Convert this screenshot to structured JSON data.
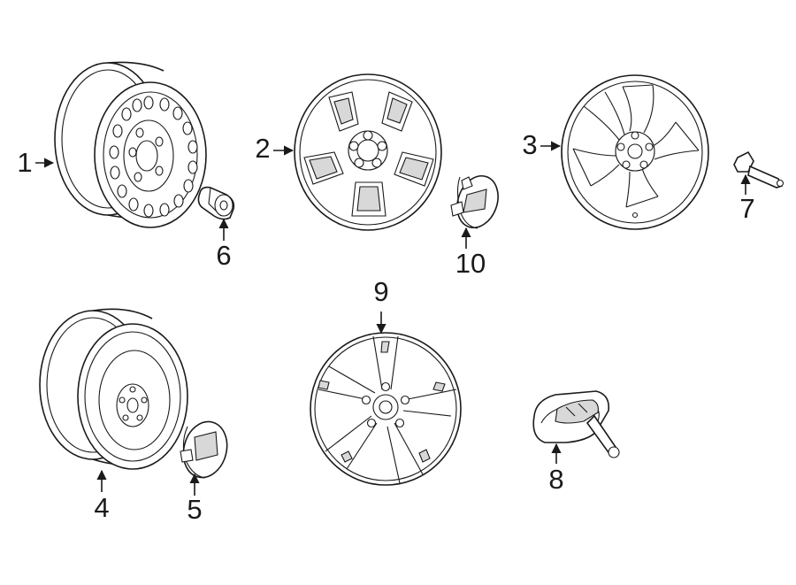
{
  "diagram": {
    "parts": [
      {
        "callout": "1",
        "part": "steel-wheel"
      },
      {
        "callout": "2",
        "part": "wheel-cover"
      },
      {
        "callout": "3",
        "part": "alloy-wheel"
      },
      {
        "callout": "4",
        "part": "spare-wheel"
      },
      {
        "callout": "5",
        "part": "center-cap"
      },
      {
        "callout": "6",
        "part": "lug-nut"
      },
      {
        "callout": "7",
        "part": "tpms-valve-stem"
      },
      {
        "callout": "8",
        "part": "tpms-sensor"
      },
      {
        "callout": "9",
        "part": "wheel-cover-five-spoke"
      },
      {
        "callout": "10",
        "part": "center-cap-small"
      }
    ]
  }
}
